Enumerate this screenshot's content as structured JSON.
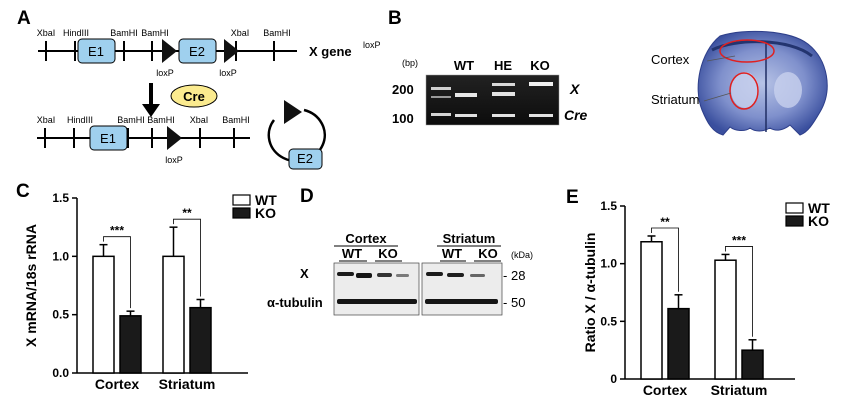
{
  "panel_labels": {
    "a": "A",
    "b": "B",
    "c": "C",
    "d": "D",
    "e": "E"
  },
  "panel_a": {
    "sites_top": [
      "XbaI",
      "HindIII",
      "BamHI",
      "BamHI",
      "XbaI",
      "BamHI"
    ],
    "sites_bottom": [
      "XbaI",
      "HindIII",
      "BamHI",
      "BamHI",
      "XbaI",
      "BamHI"
    ],
    "exon1": "E1",
    "exon2": "E2",
    "loxp": "loxP",
    "cre": "Cre",
    "gene_label": "X gene",
    "gene_sup": "loxP"
  },
  "panel_b": {
    "bp_label": "(bp)",
    "lanes": [
      "WT",
      "HE",
      "KO"
    ],
    "markers": [
      "200",
      "100"
    ],
    "band_labels": [
      "X",
      "Cre"
    ],
    "brain_labels": [
      "Cortex",
      "Striatum"
    ]
  },
  "panel_d": {
    "regions": [
      "Cortex",
      "Striatum"
    ],
    "groups": [
      "WT",
      "KO",
      "WT",
      "KO"
    ],
    "kda_label": "(kDa)",
    "rows": [
      "X",
      "α-tubulin"
    ],
    "sizes": [
      "28",
      "50"
    ]
  },
  "chart_data": [
    {
      "type": "bar",
      "panel": "C",
      "categories": [
        "Cortex",
        "Striatum"
      ],
      "series": [
        {
          "name": "WT",
          "values": [
            1.0,
            1.0
          ],
          "errors": [
            0.1,
            0.25
          ],
          "color": "#ffffff"
        },
        {
          "name": "KO",
          "values": [
            0.49,
            0.56
          ],
          "errors": [
            0.04,
            0.07
          ],
          "color": "#1a1a1a"
        }
      ],
      "ylabel": "X mRNA/18s rRNA",
      "ylim": [
        0,
        1.5
      ],
      "yticks": [
        "0.0",
        "0.5",
        "1.0",
        "1.5"
      ],
      "significance": [
        "***",
        "**"
      ],
      "legend": "top-right"
    },
    {
      "type": "bar",
      "panel": "E",
      "categories": [
        "Cortex",
        "Striatum"
      ],
      "series": [
        {
          "name": "WT",
          "values": [
            1.19,
            1.03
          ],
          "errors": [
            0.05,
            0.05
          ],
          "color": "#ffffff"
        },
        {
          "name": "KO",
          "values": [
            0.61,
            0.25
          ],
          "errors": [
            0.12,
            0.09
          ],
          "color": "#1a1a1a"
        }
      ],
      "ylabel": "Ratio X / α-tubulin",
      "ylim": [
        0,
        1.5
      ],
      "yticks": [
        "0",
        "0.5",
        "1.0",
        "1.5"
      ],
      "significance": [
        "**",
        "***"
      ],
      "legend": "top-right"
    }
  ]
}
